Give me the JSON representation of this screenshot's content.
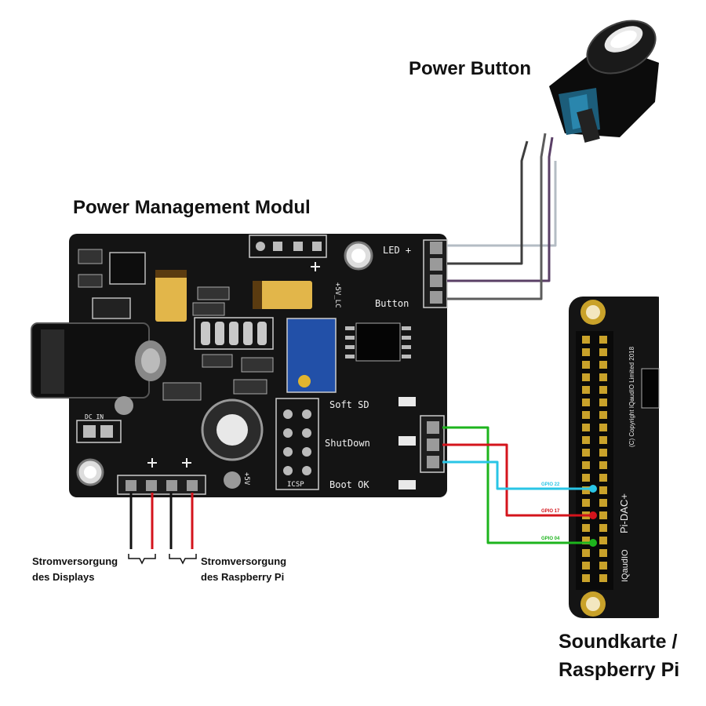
{
  "labels": {
    "power_button": "Power Button",
    "power_module": "Power Management Modul",
    "soundcard_line1": "Soundkarte /",
    "soundcard_line2": "Raspberry Pi",
    "display_supply_line1": "Stromversorgung",
    "display_supply_line2": "des Displays",
    "pi_supply_line1": "Stromversorgung",
    "pi_supply_line2": "des Raspberry Pi"
  },
  "board": {
    "led_plus": "LED +",
    "button": "Button",
    "soft_sd": "Soft SD",
    "shutdown": "ShutDown",
    "boot_ok": "Boot OK",
    "icsp": "ICSP",
    "dc_in": "DC_IN",
    "plus5v_lc": "+5V_LC",
    "plus5v": "+5V"
  },
  "pi_board": {
    "name": "Pi-DAC+",
    "brand": "IQaudIO",
    "copyright": "(C) Copyright IQaudIO Limited 2018",
    "gpio": [
      {
        "label": "GPIO 22",
        "color": "#29c5e6"
      },
      {
        "label": "GPIO 17",
        "color": "#d4141c"
      },
      {
        "label": "GPIO 04",
        "color": "#1db41d"
      }
    ]
  },
  "colors": {
    "pcb": "#141414",
    "wire_green": "#1db41d",
    "wire_red": "#d4141c",
    "wire_cyan": "#29c5e6",
    "wire_gray": "#b4bcc4",
    "wire_dark": "#3e3e3e",
    "wire_purple": "#5a3f66"
  }
}
